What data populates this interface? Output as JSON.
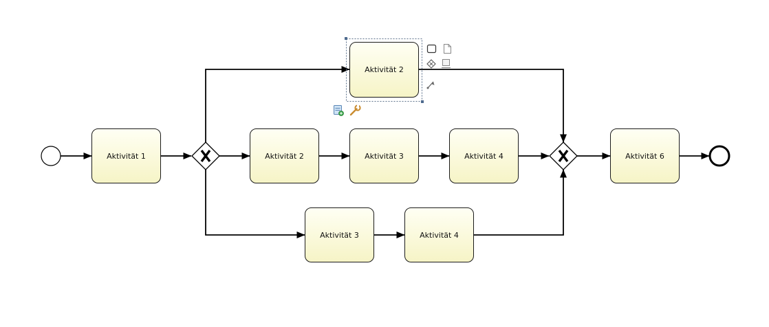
{
  "diagram": {
    "type": "bpmn-process",
    "colors": {
      "task_fill_top": "#fffff4",
      "task_fill_bottom": "#f6f4c6",
      "stroke": "#000000",
      "selection": "#4e6a8e"
    },
    "start_event": {
      "label": ""
    },
    "end_event": {
      "label": ""
    },
    "tasks": {
      "t1": {
        "label": "Aktivität 1"
      },
      "t2_top": {
        "label": "Aktivität 2"
      },
      "t2_mid": {
        "label": "Aktivität 2"
      },
      "t3_mid": {
        "label": "Aktivität 3"
      },
      "t4_mid": {
        "label": "Aktivität 4"
      },
      "t3_bot": {
        "label": "Aktivität 3"
      },
      "t4_bot": {
        "label": "Aktivität 4"
      },
      "t6": {
        "label": "Aktivität 6"
      }
    },
    "gateways": {
      "split": {
        "kind": "exclusive",
        "marker": "X"
      },
      "join": {
        "kind": "exclusive",
        "marker": "X"
      }
    },
    "selected_task": "t2_top",
    "context_pad": [
      "task-icon",
      "text-annotation-icon",
      "gateway-icon",
      "data-object-icon",
      "connect-icon",
      "comment-add-icon",
      "wrench-icon"
    ]
  }
}
